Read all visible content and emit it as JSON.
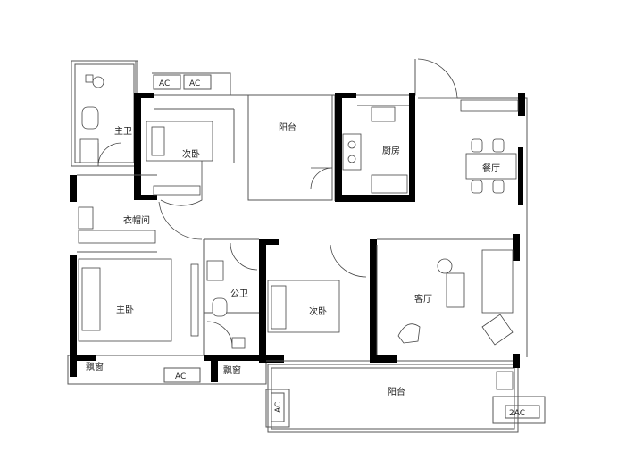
{
  "rooms": {
    "master_bath": "主卫",
    "second_bed_top": "次卧",
    "balcony_top": "阳台",
    "kitchen": "厨房",
    "dining": "餐厅",
    "closet": "衣帽间",
    "master_bed": "主卧",
    "public_bath": "公卫",
    "second_bed_mid": "次卧",
    "living": "客厅",
    "bay_window_left": "飘窗",
    "bay_window_mid": "飘窗",
    "balcony_bottom": "阳台"
  },
  "ac_units": {
    "top_1": "AC",
    "top_2": "AC",
    "bottom_mid": "AC",
    "bottom_left": "AC",
    "bottom_right": "2AC"
  }
}
